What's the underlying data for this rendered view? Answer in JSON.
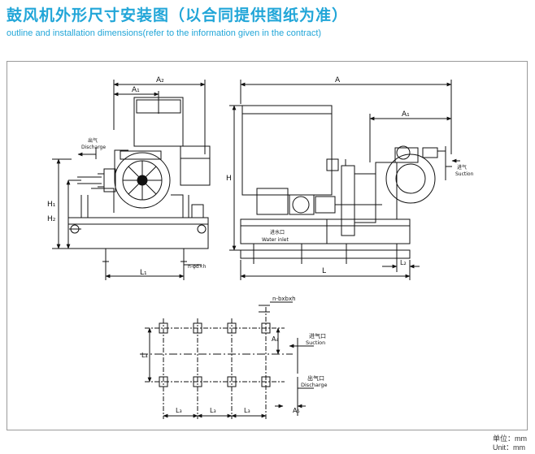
{
  "header": {
    "title": "鼓风机外形尺寸安装图（以合同提供图纸为准）",
    "subtitle": "outline and installation dimensions(refer to the information given in the contract)"
  },
  "front_view": {
    "dim_a1": "A₁",
    "dim_a2": "A₂",
    "dim_h1": "H₁",
    "dim_h2": "H₂",
    "dim_l1": "L₁",
    "outlet_cn": "出气",
    "outlet_en": "Discharge",
    "bolt_note": "n-φd×h"
  },
  "side_view": {
    "dim_a": "A",
    "dim_a1": "A₁",
    "dim_h": "H",
    "dim_l": "L",
    "dim_l2": "L₂",
    "suction_cn": "进气",
    "suction_en": "Suction",
    "water_cn": "进水口",
    "water_en": "Water inlet"
  },
  "foundation_plan": {
    "hole_note": "n-bxbxh",
    "dim_a4": "A₄",
    "dim_a5": "A₅",
    "dim_l4": "L₄",
    "dim_l3": "L₃",
    "suction_cn": "进气口",
    "suction_en": "Suction",
    "discharge_cn": "出气口",
    "discharge_en": "Discharge"
  },
  "units": {
    "cn": "单位：mm",
    "en": "Unit：mm"
  },
  "colors": {
    "title": "#22a6d8",
    "line": "#111111"
  }
}
